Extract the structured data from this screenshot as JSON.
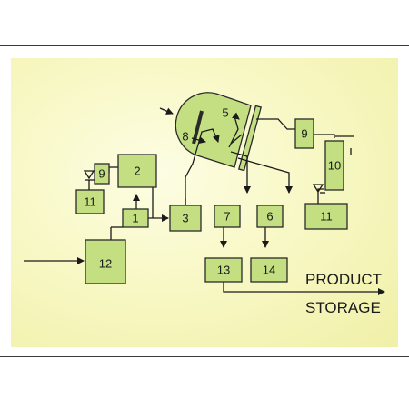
{
  "blocks": {
    "b1": "1",
    "b2": "2",
    "b3": "3",
    "b5": "5",
    "b6": "6",
    "b7": "7",
    "b8": "8",
    "b9a": "9",
    "b9b": "9",
    "b10": "10",
    "b11a": "11",
    "b11b": "11",
    "b12": "12",
    "b13": "13",
    "b14": "14"
  },
  "output": {
    "line1": "PRODUCT",
    "line2": "STORAGE"
  },
  "colors": {
    "block_fill": "#c4de82",
    "background": "#f8f8c6",
    "line": "#1a1a1a"
  }
}
